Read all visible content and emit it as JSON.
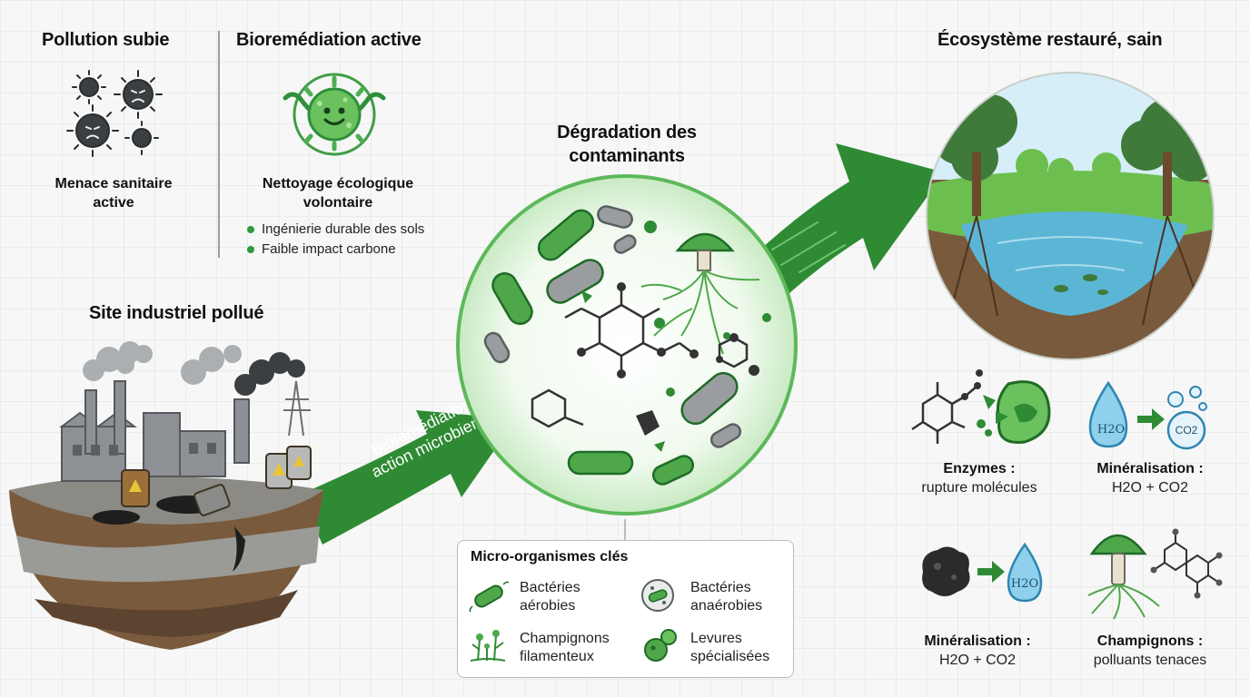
{
  "pollution": {
    "title": "Pollution subie",
    "caption_line1": "Menace sanitaire",
    "caption_line2": "active"
  },
  "bioremediation": {
    "title": "Bioremédiation active",
    "caption_line1": "Nettoyage écologique",
    "caption_line2": "volontaire",
    "bullets": [
      "Ingénierie durable des sols",
      "Faible impact carbone"
    ]
  },
  "site": {
    "title": "Site industriel pollué"
  },
  "arrow_label": {
    "line1": "Bioremédiation :",
    "line2": "action microbienne"
  },
  "degradation": {
    "title_line1": "Dégradation des",
    "title_line2": "contaminants"
  },
  "ecosystem": {
    "title": "Écosystème restauré, sain"
  },
  "legend": {
    "title": "Micro-organismes clés",
    "items": [
      {
        "line1": "Bactéries",
        "line2": "aérobies",
        "icon": "aerobic-bacteria-icon"
      },
      {
        "line1": "Bactéries",
        "line2": "anaérobies",
        "icon": "anaerobic-bacteria-icon"
      },
      {
        "line1": "Champignons",
        "line2": "filamenteux",
        "icon": "filamentous-fungi-icon"
      },
      {
        "line1": "Levures",
        "line2": "spécialisées",
        "icon": "yeast-icon"
      }
    ]
  },
  "processes": [
    {
      "title": "Enzymes :",
      "subtitle": "rupture molécules",
      "icon": "enzyme-icon"
    },
    {
      "title": "Minéralisation :",
      "subtitle": "H2O + CO2",
      "icon": "water-to-co2-icon",
      "glyphs": [
        "H2O",
        "CO2"
      ]
    },
    {
      "title": "Minéralisation :",
      "subtitle": "H2O + CO2",
      "icon": "pollutant-to-water-icon",
      "glyphs": [
        "H2O"
      ]
    },
    {
      "title": "Champignons :",
      "subtitle": "polluants tenaces",
      "icon": "mushroom-network-icon"
    }
  ],
  "colors": {
    "accent_green": "#2f8f3a",
    "arrow_green": "#2e8b34",
    "text": "#111111",
    "water_blue": "#5bb6d6"
  }
}
